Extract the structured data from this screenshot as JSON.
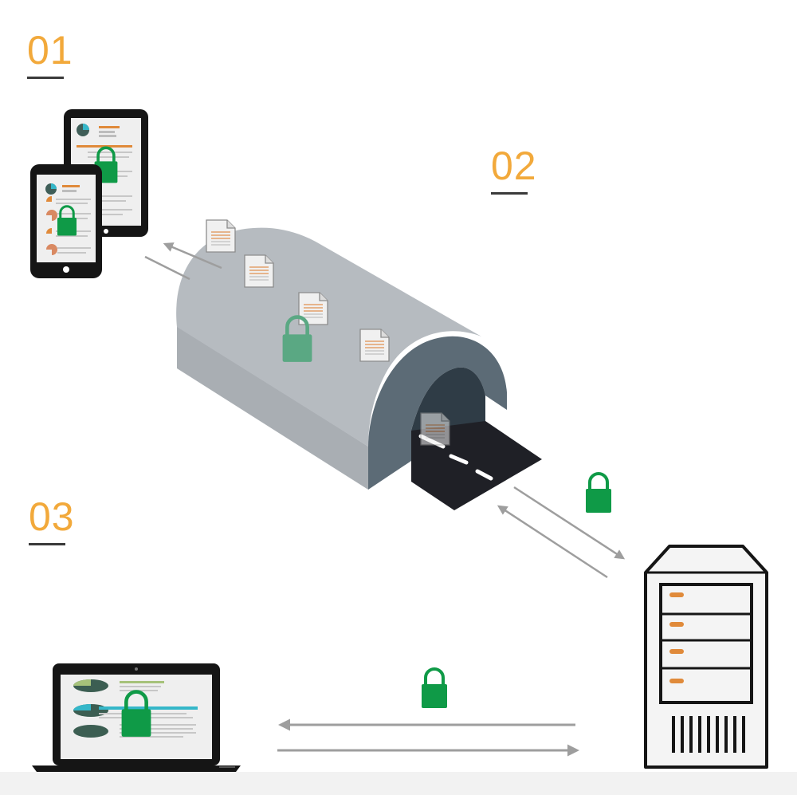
{
  "steps": [
    {
      "label": "01"
    },
    {
      "label": "02"
    },
    {
      "label": "03"
    }
  ],
  "colors": {
    "step_number": "#f2a93b",
    "lock": "#0f9a47",
    "lock_faded": "#5aa883",
    "tunnel_top": "#b5bbc0",
    "tunnel_side": "#a8aeb3",
    "tunnel_ring": "#5c6c77",
    "tunnel_inner": "#2f3d47",
    "road": "#1e1f24",
    "arrow": "#9e9e9e",
    "device_frame": "#151515",
    "accent_orange": "#e08a3a",
    "accent_teal": "#35b7c9"
  },
  "icons": {
    "devices": [
      "tablet-icon",
      "smartphone-icon",
      "laptop-icon",
      "server-icon"
    ],
    "security": "padlock-icon",
    "data": "document-icon"
  }
}
